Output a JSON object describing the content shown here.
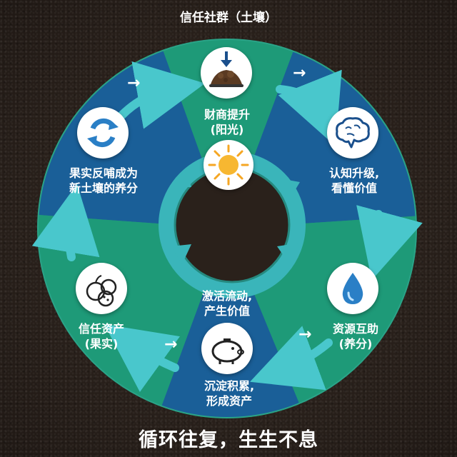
{
  "title": "信任社群（土壤）",
  "slogan": "循环往复，生生不息",
  "center": {
    "label": "财商提升",
    "sub": "(阳光)"
  },
  "stages": [
    {
      "id": "cognition",
      "line1": "认知升级,",
      "line2": "看懂价值",
      "icon": "brain-icon"
    },
    {
      "id": "resources",
      "line1": "资源互助",
      "line2": "(养分)",
      "icon": "water-drop-icon"
    },
    {
      "id": "accumulate",
      "line1": "沉淀积累,",
      "line2": "形成资产",
      "icon": "piggy-bank-icon"
    },
    {
      "id": "assets",
      "line1": "信任资产",
      "line2": "(果实)",
      "icon": "fruit-icon"
    },
    {
      "id": "feedback",
      "line1": "果实反哺成为",
      "line2": "新土壤的养分",
      "icon": "recycle-icon"
    }
  ],
  "inner_text": {
    "line1": "激活流动,",
    "line2": "产生价值"
  },
  "arrow_glyph": "→",
  "colors": {
    "green": "#1e9a78",
    "blue": "#1a5f98",
    "teal_arrow": "#3cc0c8",
    "sun": "#f5a623"
  },
  "top_icon": "soil-pile-icon",
  "sun_icon": "sun-icon"
}
